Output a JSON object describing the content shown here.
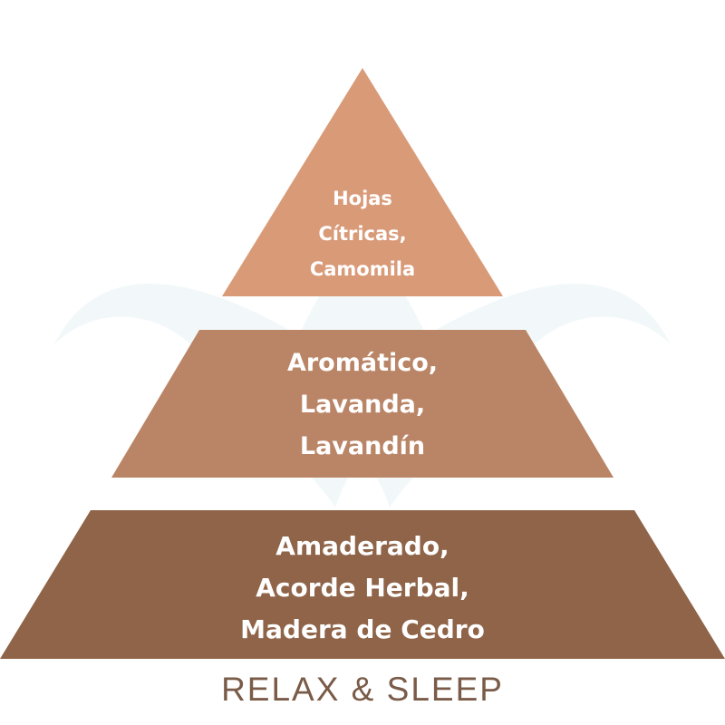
{
  "pyramid": {
    "tiers": [
      {
        "lines": [
          "Hojas",
          "Cítricas,",
          "Camomila"
        ],
        "color": "#d99a78"
      },
      {
        "lines": [
          "Aromático,",
          "Lavanda,",
          "Lavandín"
        ],
        "color": "#ba8566"
      },
      {
        "lines": [
          "Amaderado,",
          "Acorde Herbal,",
          "Madera de Cedro"
        ],
        "color": "#8f6448"
      }
    ]
  },
  "caption": "RELAX & SLEEP",
  "colors": {
    "caption": "#7a5b48",
    "watermark": "#e6f2f3"
  }
}
